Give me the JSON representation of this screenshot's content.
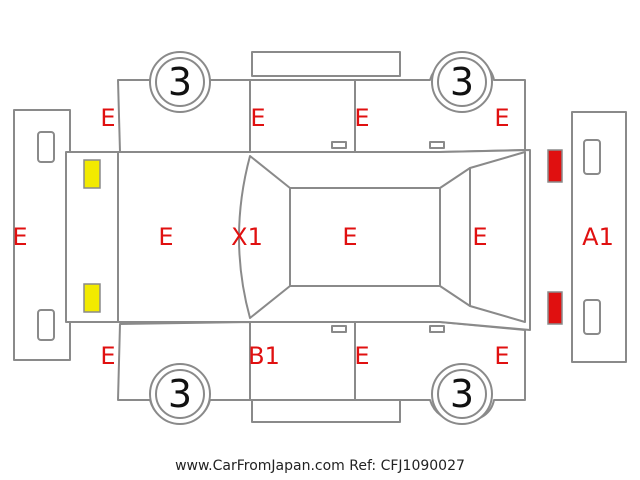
{
  "colors": {
    "outline": "#8a8a8a",
    "code_text": "#e01010",
    "yellow_marker": "#f2ea00",
    "red_marker": "#e01010",
    "wheel_text": "#111111"
  },
  "wheels": {
    "front_left": "3",
    "rear_left": "3",
    "front_right": "3",
    "rear_right": "3"
  },
  "codes": {
    "front_bumper": "E",
    "hood": "E",
    "windshield_pillar": "X1",
    "roof": "E",
    "rear_glass": "E",
    "rear_bumper": "A1",
    "left_front_fender": "E",
    "left_front_door": "E",
    "left_rear_door": "E",
    "left_quarter": "E",
    "right_front_fender": "E",
    "right_front_door": "B1",
    "right_rear_door": "E",
    "right_quarter": "E"
  },
  "markers": {
    "yellow": "yellow-marker",
    "red": "red-marker"
  },
  "footer": {
    "website": "www.CarFromJapan.com",
    "ref": "Ref: CFJ1090027"
  }
}
